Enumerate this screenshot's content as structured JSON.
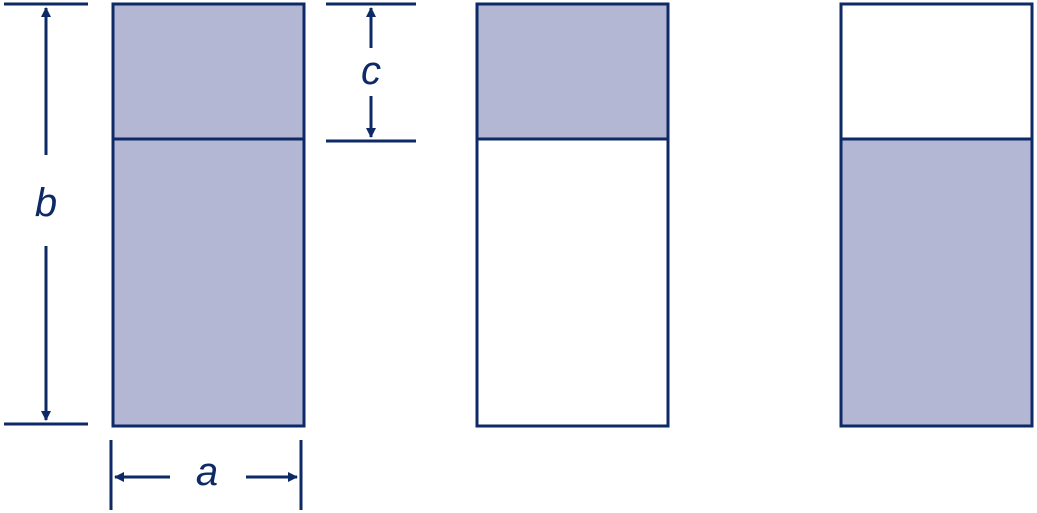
{
  "labels": {
    "width": "a",
    "height": "b",
    "top_part": "c"
  },
  "colors": {
    "stroke": "#0d2a66",
    "fill": "#b3b7d3",
    "background": "#ffffff"
  },
  "panels": [
    {
      "top_shaded": true,
      "bottom_shaded": true
    },
    {
      "top_shaded": true,
      "bottom_shaded": false
    },
    {
      "top_shaded": false,
      "bottom_shaded": true
    }
  ]
}
